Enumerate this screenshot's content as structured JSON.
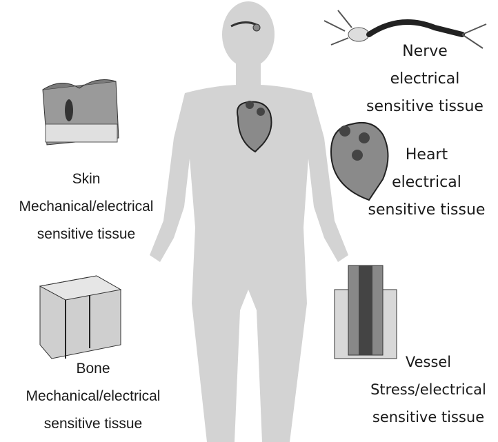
{
  "labels": {
    "skin": {
      "line1": "Skin",
      "line2": "Mechanical/electrical",
      "line3": "sensitive tissue"
    },
    "bone": {
      "line1": "Bone",
      "line2": "Mechanical/electrical",
      "line3": "sensitive tissue"
    },
    "nerve": {
      "line1": "Nerve",
      "line2": "electrical",
      "line3": "sensitive tissue"
    },
    "heart": {
      "line1": "Heart",
      "line2": "electrical",
      "line3": "sensitive tissue"
    },
    "vessel": {
      "line1": "Vessel",
      "line2": "Stress/electrical",
      "line3": "sensitive tissue"
    }
  },
  "colors": {
    "body": "#d2d2d2",
    "heart": "#8a8a8a",
    "tissue_dark": "#5a5a5a",
    "skin_layer": "#9a9a9a"
  }
}
